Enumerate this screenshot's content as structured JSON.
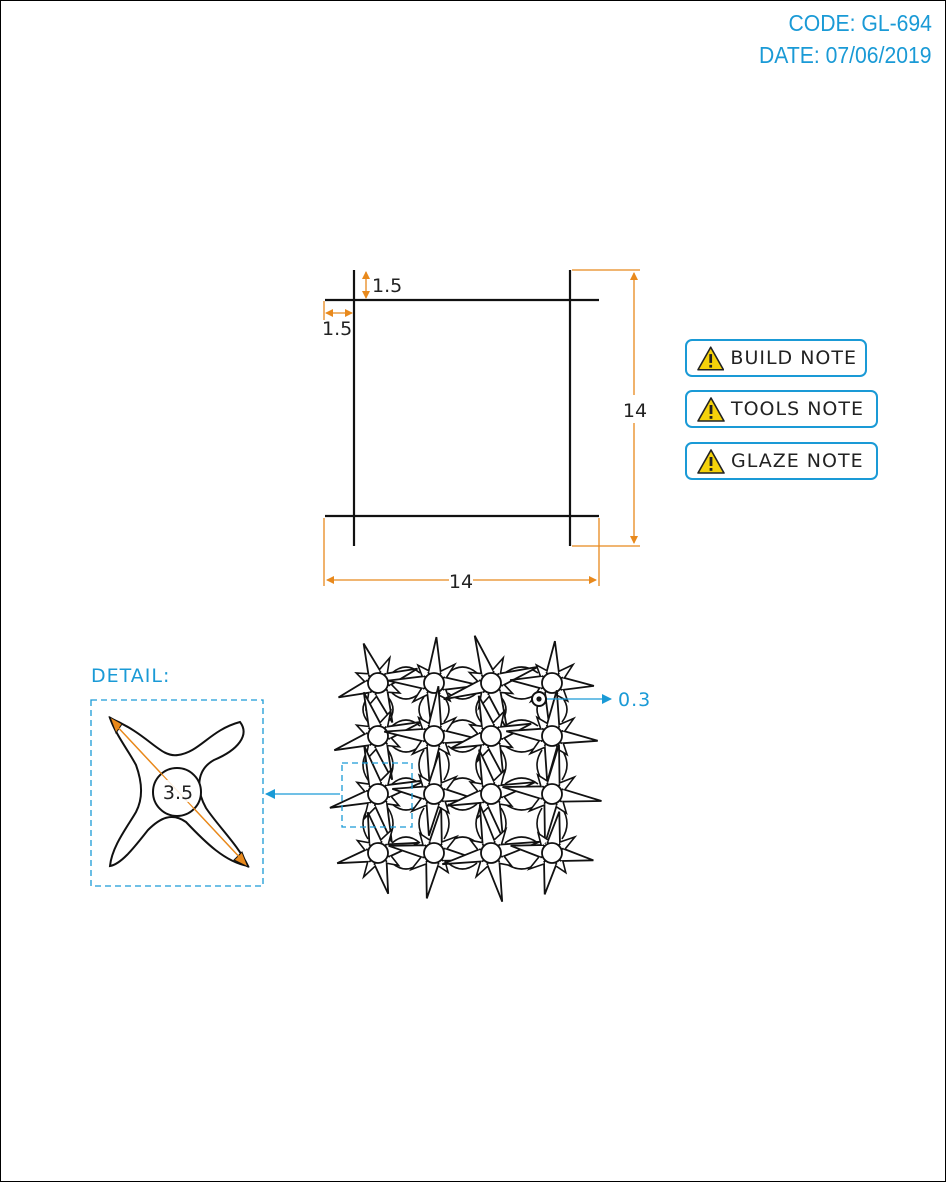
{
  "header": {
    "code": "CODE: GL-694",
    "date": "DATE: 07/06/2019"
  },
  "notes": [
    {
      "label": "BUILD NOTE",
      "icon": "warning-icon"
    },
    {
      "label": "TOOLS NOTE",
      "icon": "warning-icon"
    },
    {
      "label": "GLAZE NOTE",
      "icon": "warning-icon"
    }
  ],
  "dimensions": {
    "width": "14",
    "height": "14",
    "offset_top": "1.5",
    "offset_left": "1.5"
  },
  "detail": {
    "title": "DETAIL:",
    "diameter": "3.5",
    "hole_size": "0.3"
  },
  "colors": {
    "accent_blue": "#1a9ad6",
    "dimension_orange": "#e8891c",
    "warning_yellow": "#f5d20a"
  }
}
